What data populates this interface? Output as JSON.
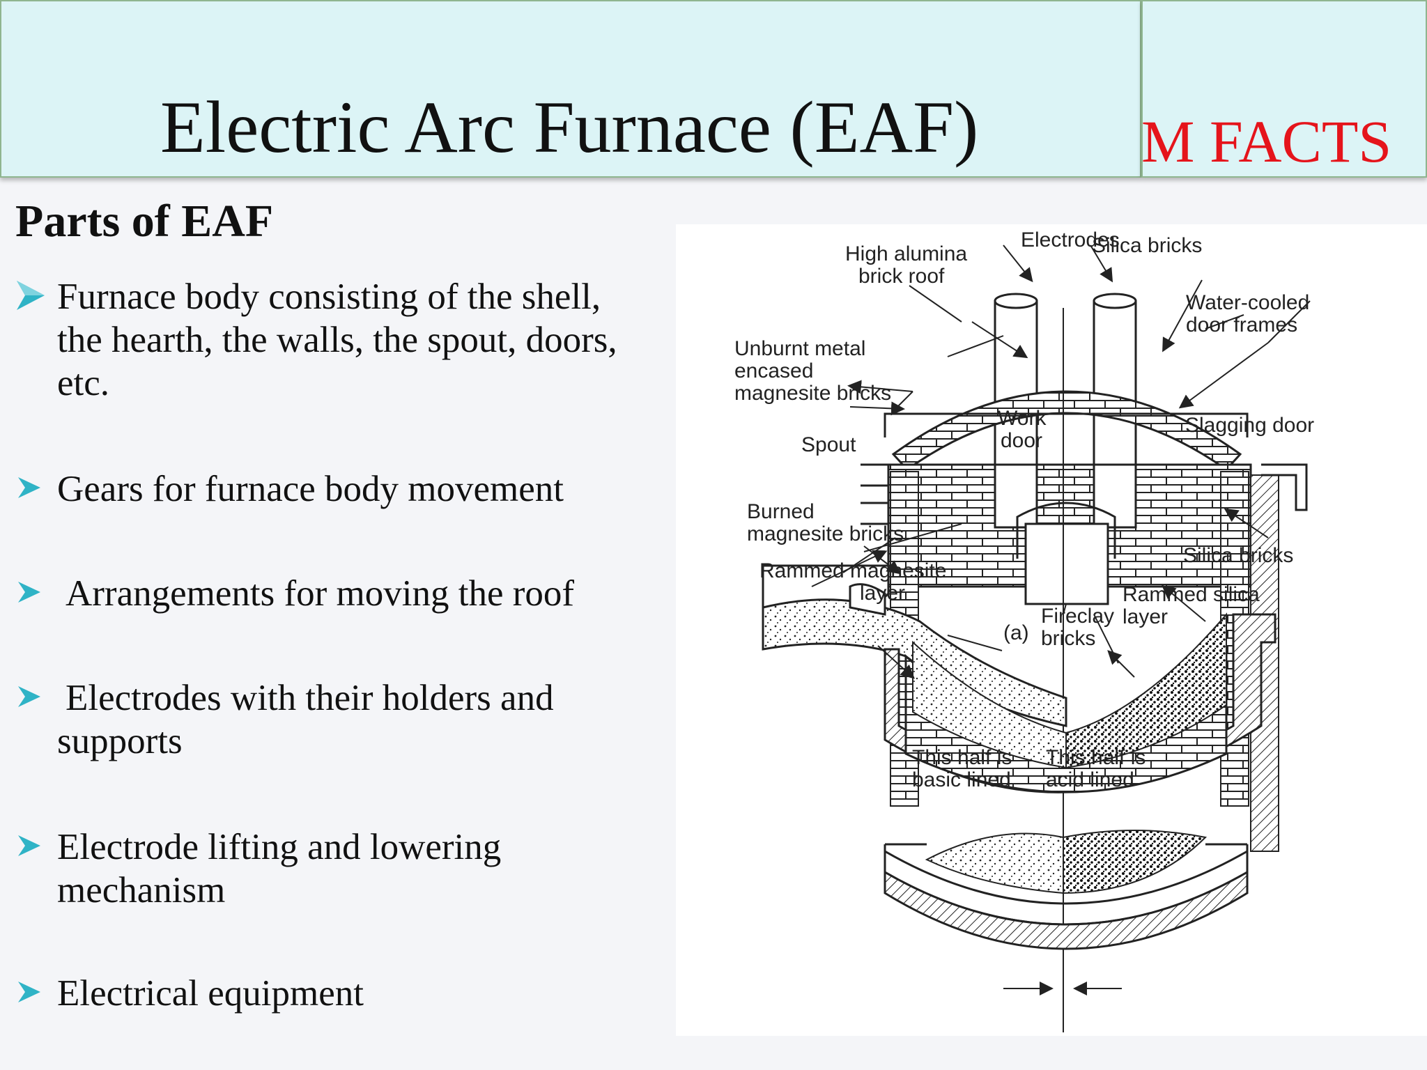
{
  "header": {
    "title": "Electric Arc Furnace (EAF)",
    "brand": "M FACTS"
  },
  "section": {
    "heading": "Parts of EAF"
  },
  "bullets": [
    {
      "lines": [
        "Furnace body consisting of the shell,",
        "the hearth, the walls, the spout, doors,",
        "etc."
      ]
    },
    {
      "lines": [
        "Gears for furnace body movement"
      ]
    },
    {
      "lines": [
        "Arrangements for moving the roof"
      ]
    },
    {
      "lines": [
        "Electrodes with their holders and",
        "supports"
      ]
    },
    {
      "lines": [
        "Electrode lifting and lowering",
        "mechanism"
      ]
    },
    {
      "lines": [
        "Electrical equipment"
      ]
    }
  ],
  "diagram": {
    "labels": {
      "electrodes": "Electrodes",
      "high_alumina_1": "High alumina",
      "high_alumina_2": "brick roof",
      "silica_bricks_top": "Silica bricks",
      "water_cooled_1": "Water-cooled",
      "water_cooled_2": "door frames",
      "unburnt_1": "Unburnt metal",
      "unburnt_2": "encased",
      "unburnt_3": "magnesite bricks",
      "work_door_1": "Work",
      "work_door_2": "door",
      "slagging_door": "Slagging door",
      "spout": "Spout",
      "burned_1": "Burned",
      "burned_2": "magnesite bricks",
      "silica_bricks_right": "Silica bricks",
      "rammed_mag_1": "Rammed magnesite",
      "rammed_mag_2": "layer",
      "rammed_silica_1": "Rammed silica",
      "rammed_silica_2": "layer",
      "fireclay_1": "Fireclay",
      "fireclay_2": "bricks",
      "fig_a": "(a)",
      "basic_1": "This half is",
      "basic_2": "basic lined",
      "acid_1": "This half is",
      "acid_2": "acid lined"
    }
  },
  "colors": {
    "header_bg": "#dcf4f6",
    "brand_red": "#e5141b",
    "bullet_arrow": "#2fb3c6"
  }
}
